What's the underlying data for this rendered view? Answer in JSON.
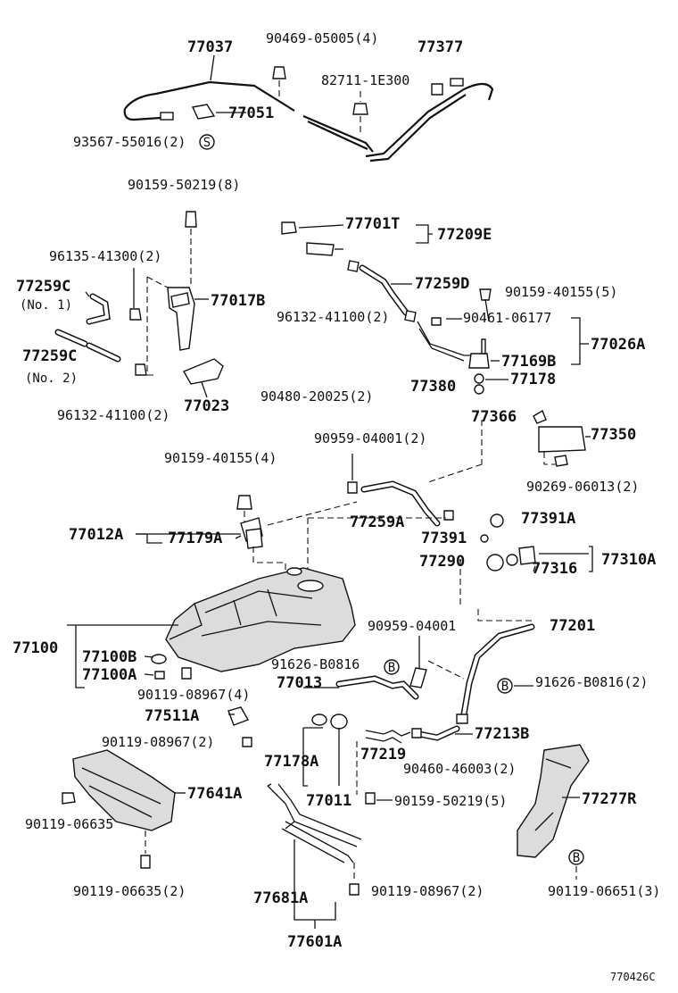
{
  "diagram": {
    "code": "770426C",
    "marker_b": "B",
    "marker_s": "S",
    "labels": {
      "p77037": "77037",
      "p90469": "90469-05005(4)",
      "p77377": "77377",
      "p82711": "82711-1E300",
      "p77051": "77051",
      "p93567": "93567-55016(2)",
      "p90159_50219_8": "90159-50219(8)",
      "p77701t": "77701T",
      "p77209e": "77209E",
      "p96135": "96135-41300(2)",
      "p77259c_1": "77259C",
      "no1": "(No. 1)",
      "p77017b": "77017B",
      "p77259d": "77259D",
      "p90159_40155_5": "90159-40155(5)",
      "p96132_a": "96132-41100(2)",
      "p90461": "90461-06177",
      "p77259c_2": "77259C",
      "no2": "(No. 2)",
      "p77026a": "77026A",
      "p77169b": "77169B",
      "p77023": "77023",
      "p96132_b": "96132-41100(2)",
      "p90480": "90480-20025(2)",
      "p77380": "77380",
      "p77178": "77178",
      "p77366": "77366",
      "p77350": "77350",
      "p90959_a": "90959-04001(2)",
      "p90159_40155_4": "90159-40155(4)",
      "p90269": "90269-06013(2)",
      "p77259a": "77259A",
      "p77391a": "77391A",
      "p77012a": "77012A",
      "p77179a": "77179A",
      "p77391": "77391",
      "p77290": "77290",
      "p77316": "77316",
      "p77310a": "77310A",
      "p90959_b": "90959-04001",
      "p77201": "77201",
      "p77100": "77100",
      "p77100b": "77100B",
      "p77100a": "77100A",
      "p91626_a": "91626-B0816",
      "p91626_b": "91626-B0816(2)",
      "p90119_08967_4": "90119-08967(4)",
      "p77013": "77013",
      "p77511a": "77511A",
      "p77213b": "77213B",
      "p90119_08967_2a": "90119-08967(2)",
      "p77219": "77219",
      "p77178a": "77178A",
      "p90460": "90460-46003(2)",
      "p77641a": "77641A",
      "p77011": "77011",
      "p90159_50219_5": "90159-50219(5)",
      "p77277r": "77277R",
      "p90119_06635": "90119-06635",
      "p90119_06635_2": "90119-06635(2)",
      "p77681a": "77681A",
      "p90119_08967_2b": "90119-08967(2)",
      "p90119_06651": "90119-06651(3)",
      "p77601a": "77601A"
    }
  }
}
